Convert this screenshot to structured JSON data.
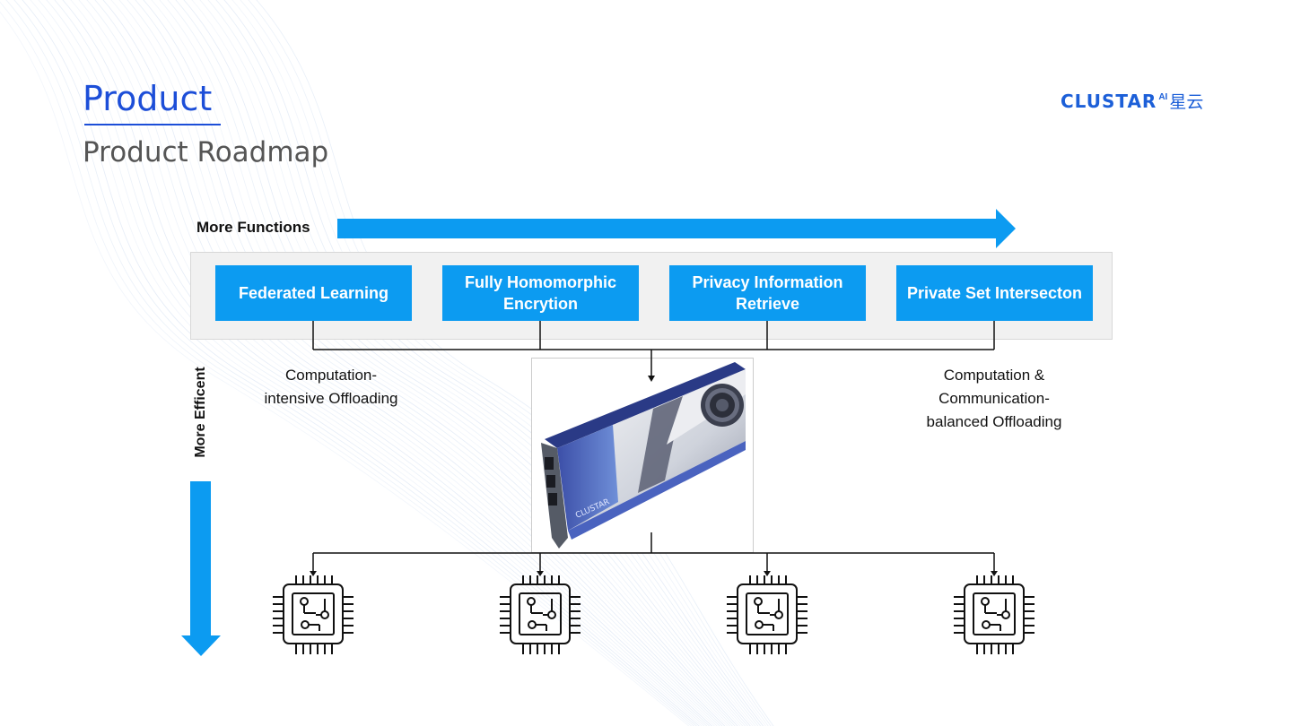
{
  "header": {
    "title": "Product",
    "subtitle": "Product Roadmap"
  },
  "logo": {
    "word": "CLUSTAR",
    "ai": "AI",
    "cn": "星云"
  },
  "axis": {
    "horizontal_label": "More Functions",
    "vertical_label": "More Efficent"
  },
  "functions": [
    {
      "label": "Federated Learning"
    },
    {
      "label": "Fully Homomorphic\nEncrytion"
    },
    {
      "label": "Privacy Information\nRetrieve"
    },
    {
      "label": "Private Set Intersecton"
    }
  ],
  "captions": {
    "left": "Computation-\nintensive Offloading",
    "right": "Computation &\nCommunication-\nbalanced Offloading"
  },
  "card": {
    "brand": "CLUSTAR"
  },
  "colors": {
    "accent": "#0c9bf1",
    "title": "#1c4ed8",
    "logo": "#1c5fd8"
  },
  "icons": [
    "fpga-card-image",
    "chip-icon",
    "chip-icon",
    "chip-icon",
    "chip-icon"
  ]
}
